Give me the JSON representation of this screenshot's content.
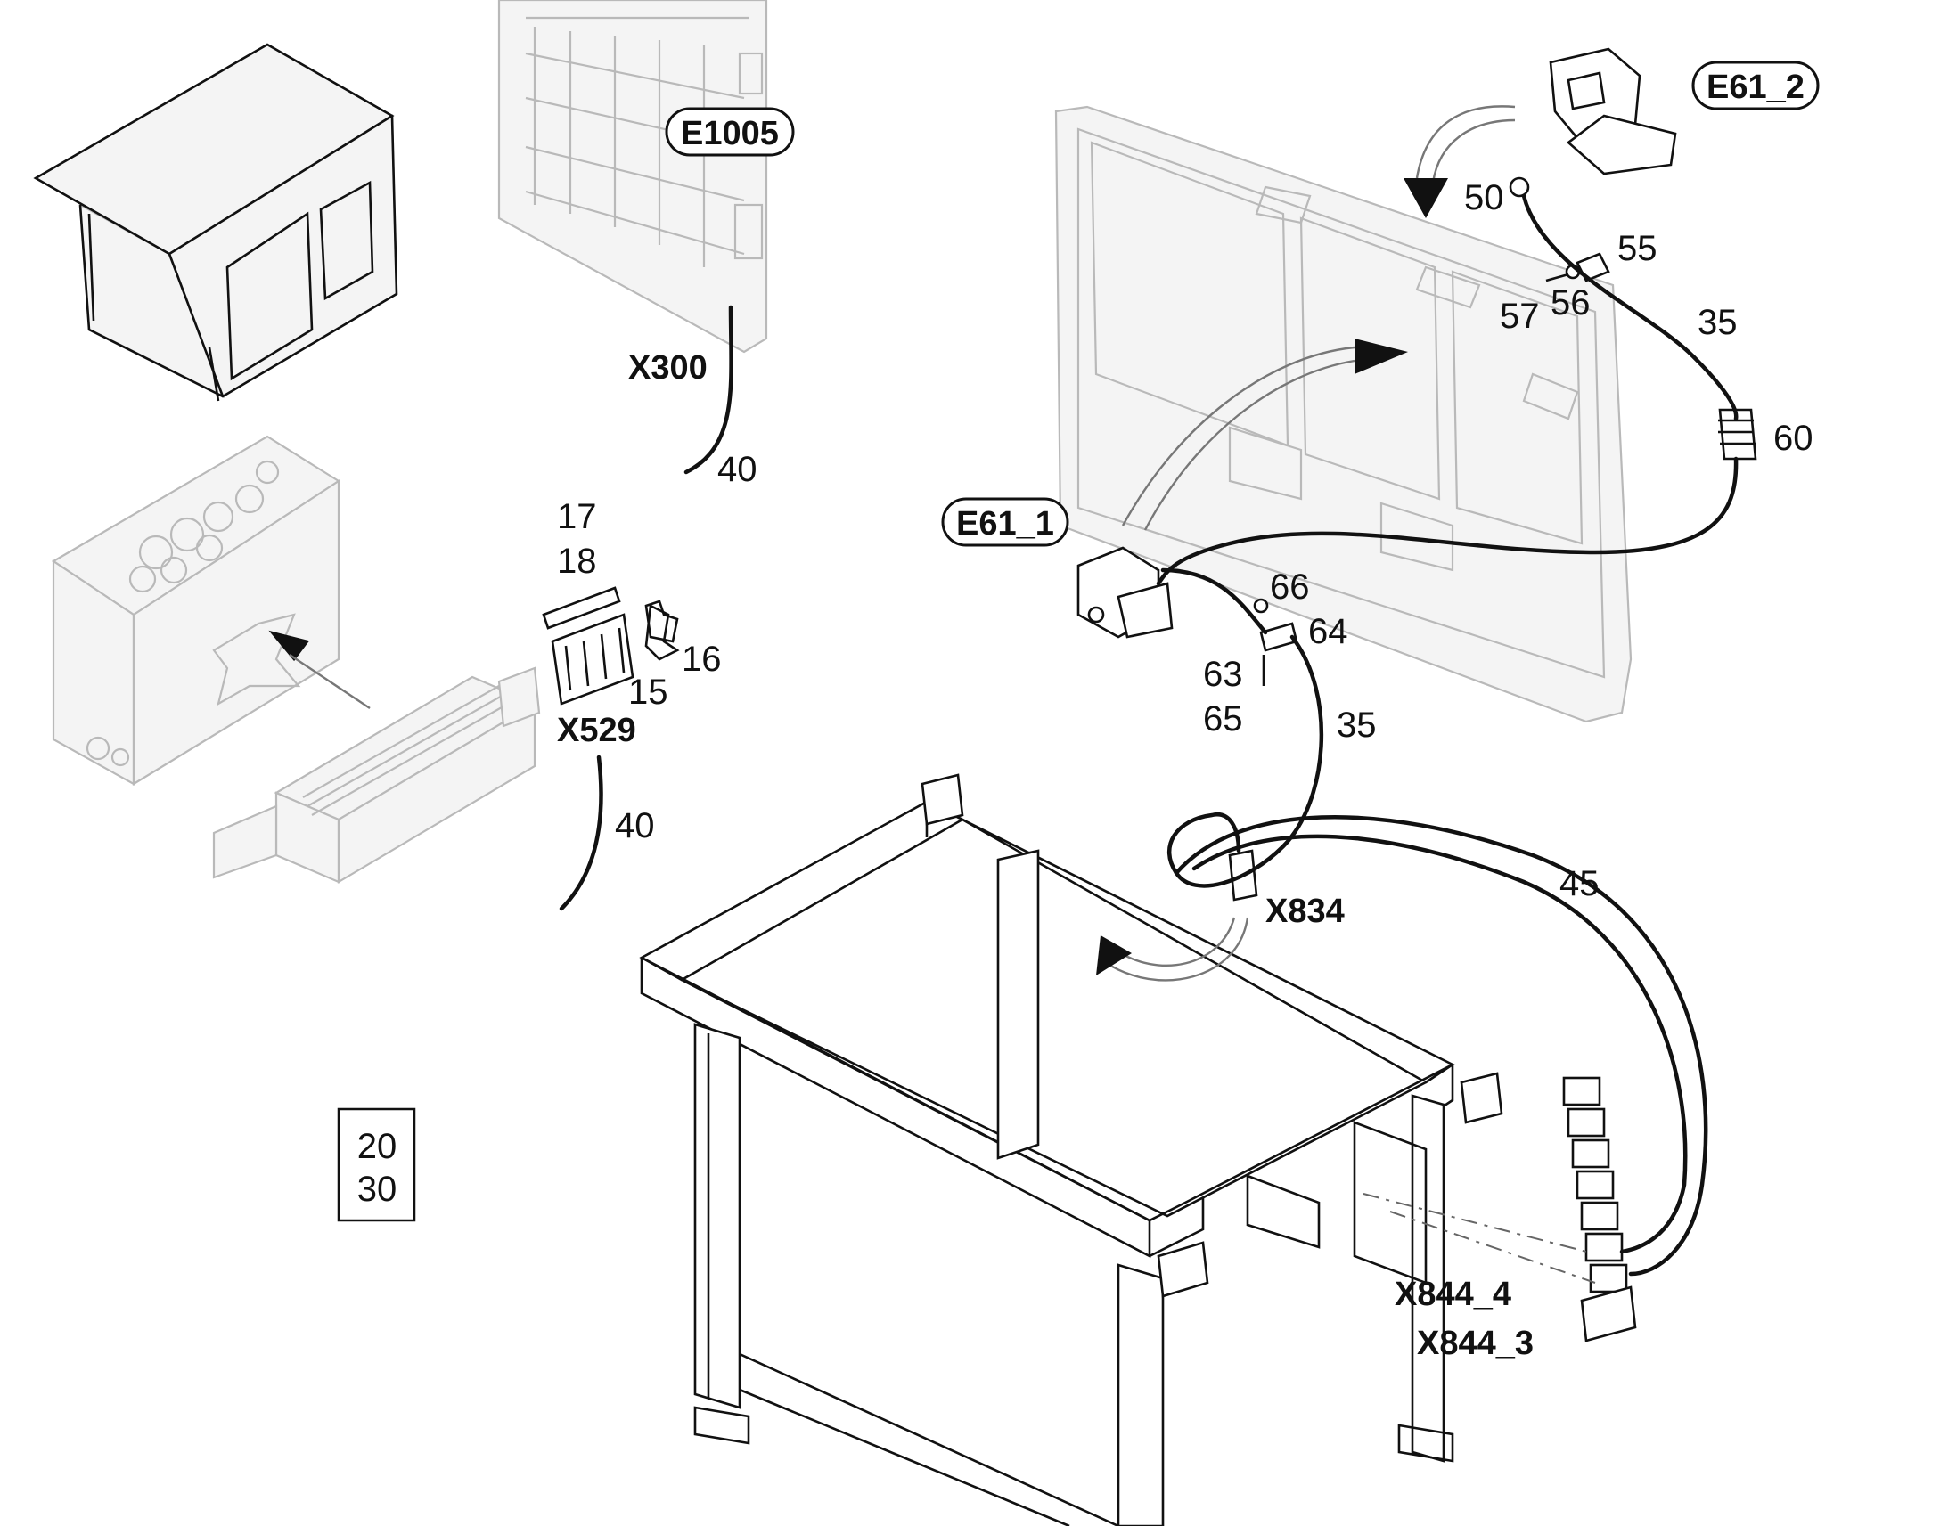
{
  "figure": {
    "bubble_labels": {
      "e1005": "E1005",
      "e61_2": "E61_2",
      "e61_1": "E61_1"
    },
    "connector_labels": {
      "x300": "X300",
      "x529": "X529",
      "x834": "X834",
      "x844_4": "X844_4",
      "x844_3": "X844_3"
    },
    "part_numbers": {
      "p40_top": "40",
      "p40_mid": "40",
      "p17": "17",
      "p18": "18",
      "p16": "16",
      "p15": "15",
      "p50": "50",
      "p55": "55",
      "p56": "56",
      "p57": "57",
      "p35_top": "35",
      "p60": "60",
      "p66": "66",
      "p64": "64",
      "p63": "63",
      "p65": "65",
      "p35_mid": "35",
      "p45": "45"
    },
    "box_labels": {
      "line1": "20",
      "line2": "30"
    }
  }
}
